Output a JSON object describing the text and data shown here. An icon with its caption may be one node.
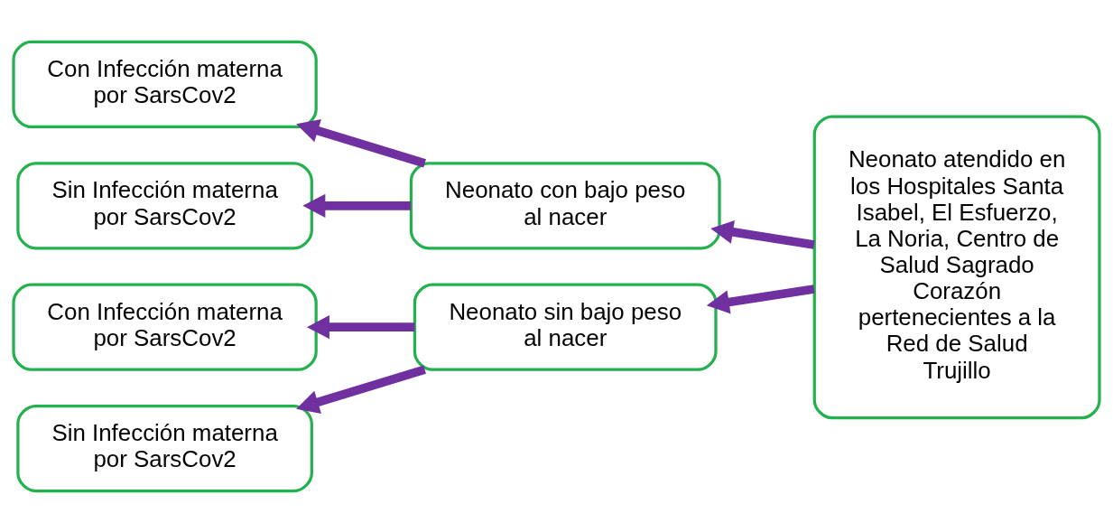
{
  "diagram": {
    "nodes": [
      {
        "text": [
          "Con Infección materna por SarsCov2"
        ]
      },
      {
        "text": [
          "Neonato con bajo peso al nacer"
        ]
      },
      {
        "text": [
          "Neonato atendido en los Hospitales Santa Isabel, El Esfuerzo, La Noria, Centro de Salud Sagrado Corazón pertenecientes a la Red de Salud Trujillo"
        ]
      },
      {
        "text": [
          "Sin Infección materna por SarsCov2"
        ]
      },
      {
        "text": [
          "Con Infección materna por SarsCov2"
        ]
      },
      {
        "text": [
          "Neonato sin bajo peso al nacer"
        ]
      },
      {
        "text": [
          "Sin Infección materna por SarsCov2"
        ]
      }
    ],
    "edges": [
      {
        "from": 2,
        "to": 1,
        "arrow": "to"
      },
      {
        "from": 2,
        "to": 5,
        "arrow": "to"
      },
      {
        "from": 1,
        "to": 0,
        "arrow": "to"
      },
      {
        "from": 1,
        "to": 3,
        "arrow": "to"
      },
      {
        "from": 5,
        "to": 4,
        "arrow": "to"
      },
      {
        "from": 5,
        "to": 6,
        "arrow": "to"
      }
    ]
  }
}
